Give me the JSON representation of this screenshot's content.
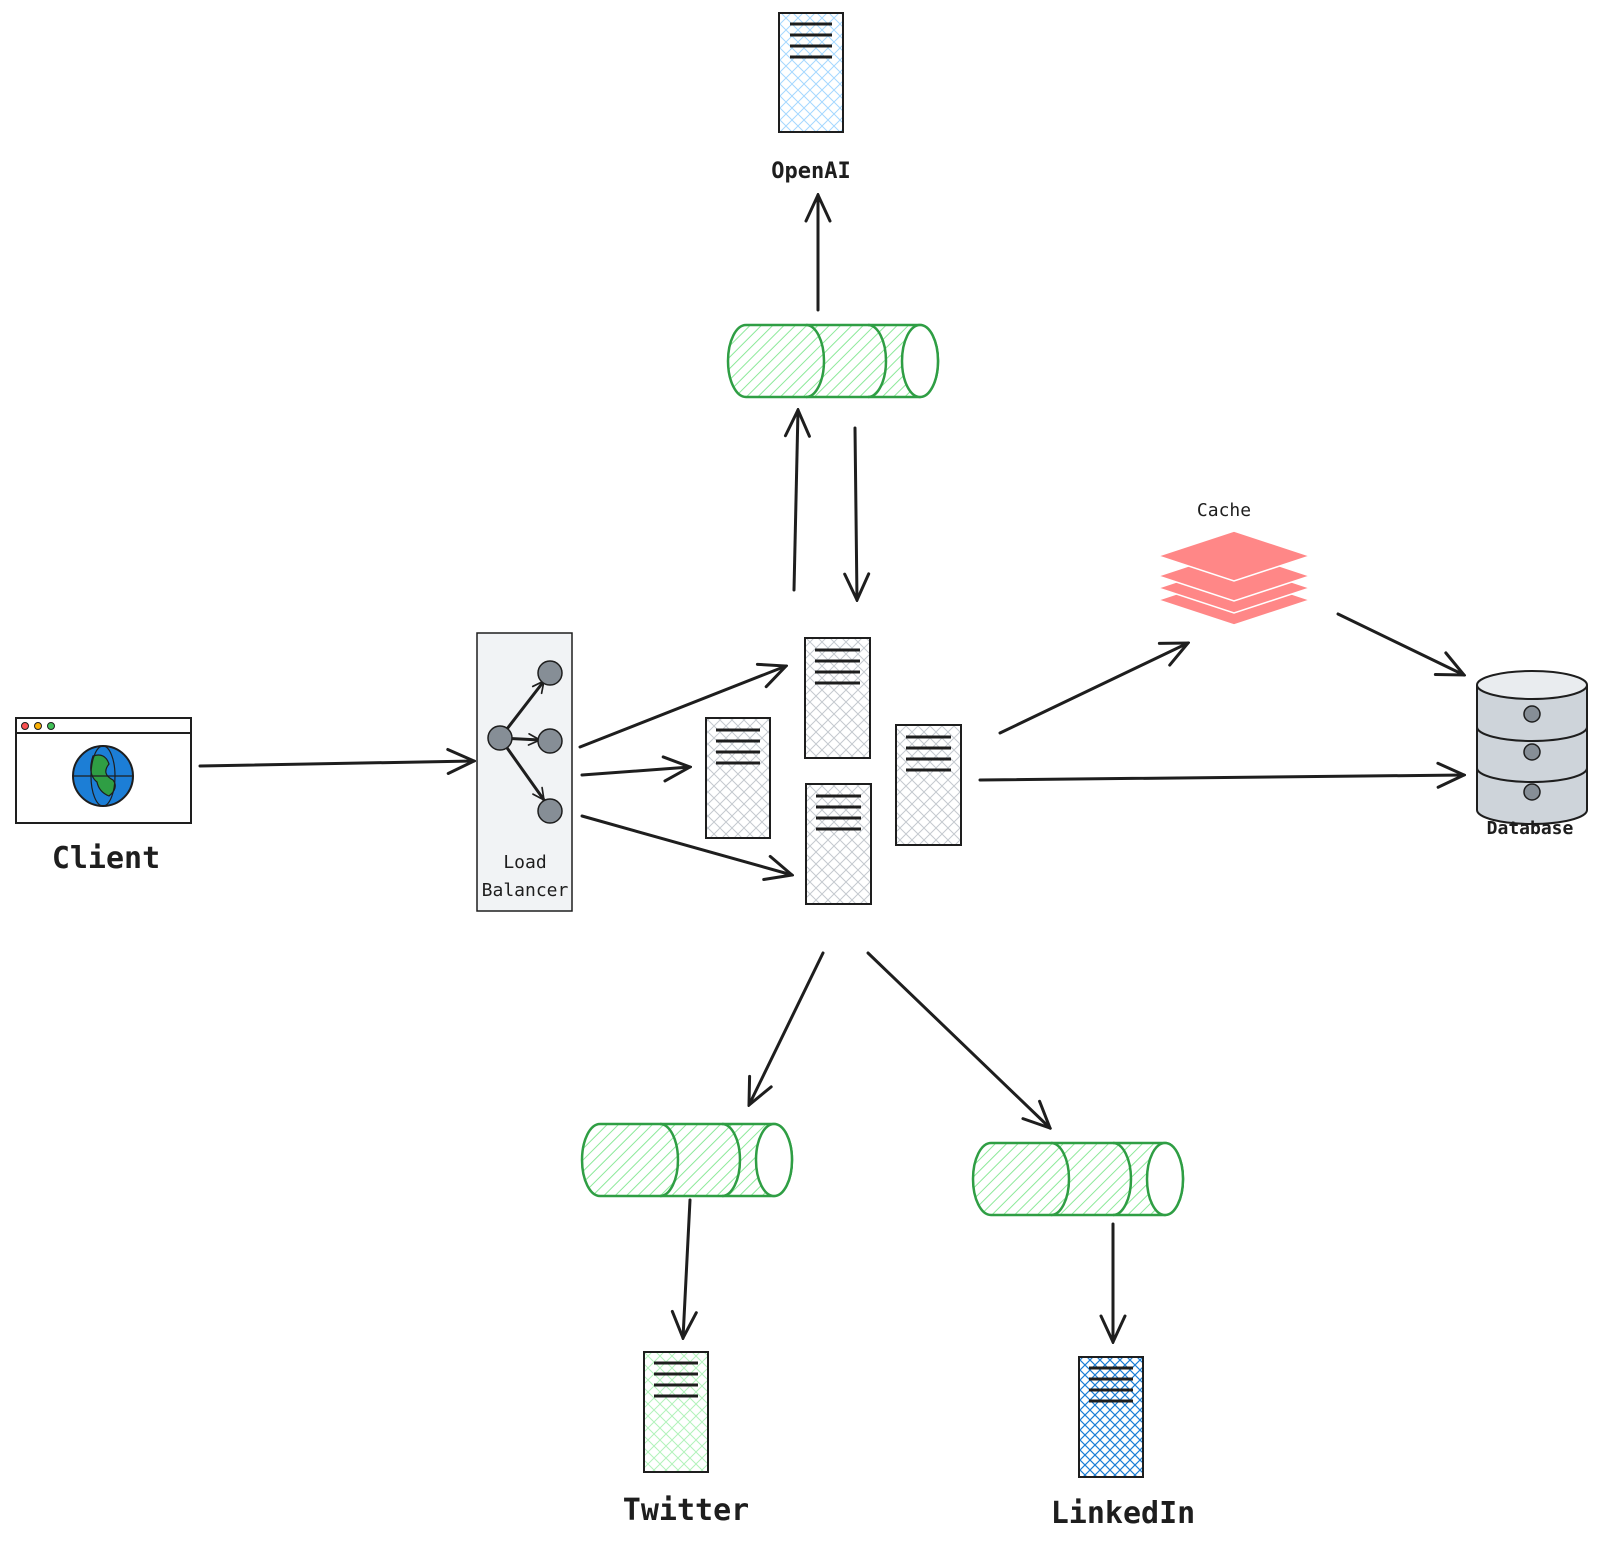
{
  "labels": {
    "openai": "OpenAI",
    "client": "Client",
    "load_balancer_line1": "Load",
    "load_balancer_line2": "Balancer",
    "cache": "Cache",
    "database": "Database",
    "twitter": "Twitter",
    "linkedin": "LinkedIn"
  },
  "colors": {
    "stroke": "#1e1e1e",
    "queue": "#2f9e44",
    "queue_hatch": "#8ce99a",
    "server_hatch_gray": "#ced4da",
    "server_hatch_blue": "#a5d8ff",
    "server_hatch_green": "#b2f2bb",
    "server_linkedin": "#1c7ed6",
    "cache": "#ff8787",
    "database": "#ced4da",
    "load_balancer": "#f1f3f5",
    "globe_blue": "#1c7ed6",
    "globe_green": "#2f9e44"
  },
  "icons": [
    "browser-window-icon",
    "globe-icon",
    "load-balancer-icon",
    "server-icon",
    "message-queue-icon",
    "cache-layers-icon",
    "database-cylinder-icon"
  ]
}
